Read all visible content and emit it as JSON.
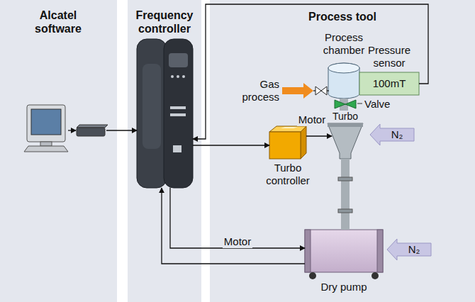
{
  "diagram": {
    "nodes": [
      {
        "text": [
          "Alcatel software"
        ]
      },
      {
        "text": [
          "Frequency controller"
        ]
      },
      {
        "text": [
          "Process tool"
        ]
      },
      {
        "text": [
          "Process chamber"
        ],
        "in": 2
      },
      {
        "text": [
          "Pressure sensor",
          "100mT"
        ],
        "in": 2
      },
      {
        "text": [
          "Turbo"
        ],
        "in": 2
      },
      {
        "text": [
          "Turbo controller"
        ],
        "in": 2
      },
      {
        "text": [
          "Dry pump"
        ],
        "in": 2
      }
    ],
    "edges": [
      {
        "from": 0,
        "to": 1,
        "arrow": "to"
      },
      {
        "from": 4,
        "to": 1,
        "arrow": "to"
      },
      {
        "from": 1,
        "to": 6,
        "arrow": "to"
      },
      {
        "from": 6,
        "to": 5,
        "label": "Motor",
        "arrow": "to"
      },
      {
        "from": 1,
        "to": 7,
        "label": "Motor",
        "arrow": "to"
      },
      {
        "from": 7,
        "to": 1,
        "arrow": "to"
      },
      {
        "from": 3,
        "to": 5,
        "arrow": "none"
      },
      {
        "from": 5,
        "to": 7,
        "arrow": "none"
      }
    ],
    "labels": [
      "Gas process",
      "Valve",
      "N₂",
      "N₂"
    ]
  }
}
